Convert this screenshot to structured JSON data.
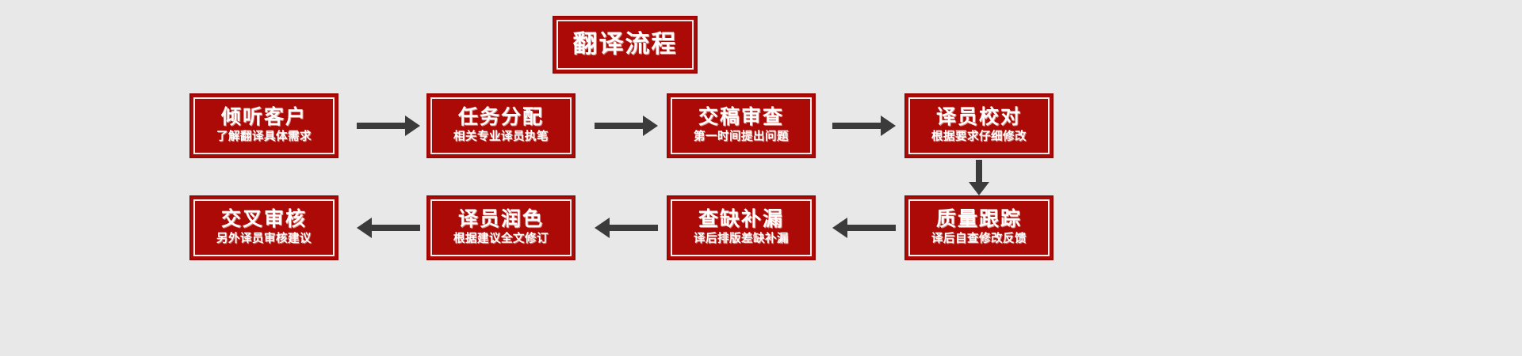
{
  "page": {
    "background_color": "#e8e8e8",
    "box_fill_color": "#ab0a07",
    "box_border_color": "#9a0603",
    "box_inner_border_color": "#f6eeec",
    "text_color": "#ffffff",
    "arrow_color": "#3b3b3b"
  },
  "title": {
    "text": "翻译流程"
  },
  "flow": {
    "row1": [
      {
        "title": "倾听客户",
        "subtitle": "了解翻译具体需求"
      },
      {
        "title": "任务分配",
        "subtitle": "相关专业译员执笔"
      },
      {
        "title": "交稿审查",
        "subtitle": "第一时间提出问题"
      },
      {
        "title": "译员校对",
        "subtitle": "根据要求仔细修改"
      }
    ],
    "row2": [
      {
        "title": "交叉审核",
        "subtitle": "另外译员审核建议"
      },
      {
        "title": "译员润色",
        "subtitle": "根据建议全文修订"
      },
      {
        "title": "查缺补漏",
        "subtitle": "译后排版差缺补漏"
      },
      {
        "title": "质量跟踪",
        "subtitle": "译后自查修改反馈"
      }
    ]
  },
  "connectors": {
    "row1_arrows": [
      "arrow-right-icon",
      "arrow-right-icon",
      "arrow-right-icon"
    ],
    "row2_arrows": [
      "arrow-left-icon",
      "arrow-left-icon",
      "arrow-left-icon"
    ],
    "row_link_arrow": "arrow-down-icon"
  }
}
